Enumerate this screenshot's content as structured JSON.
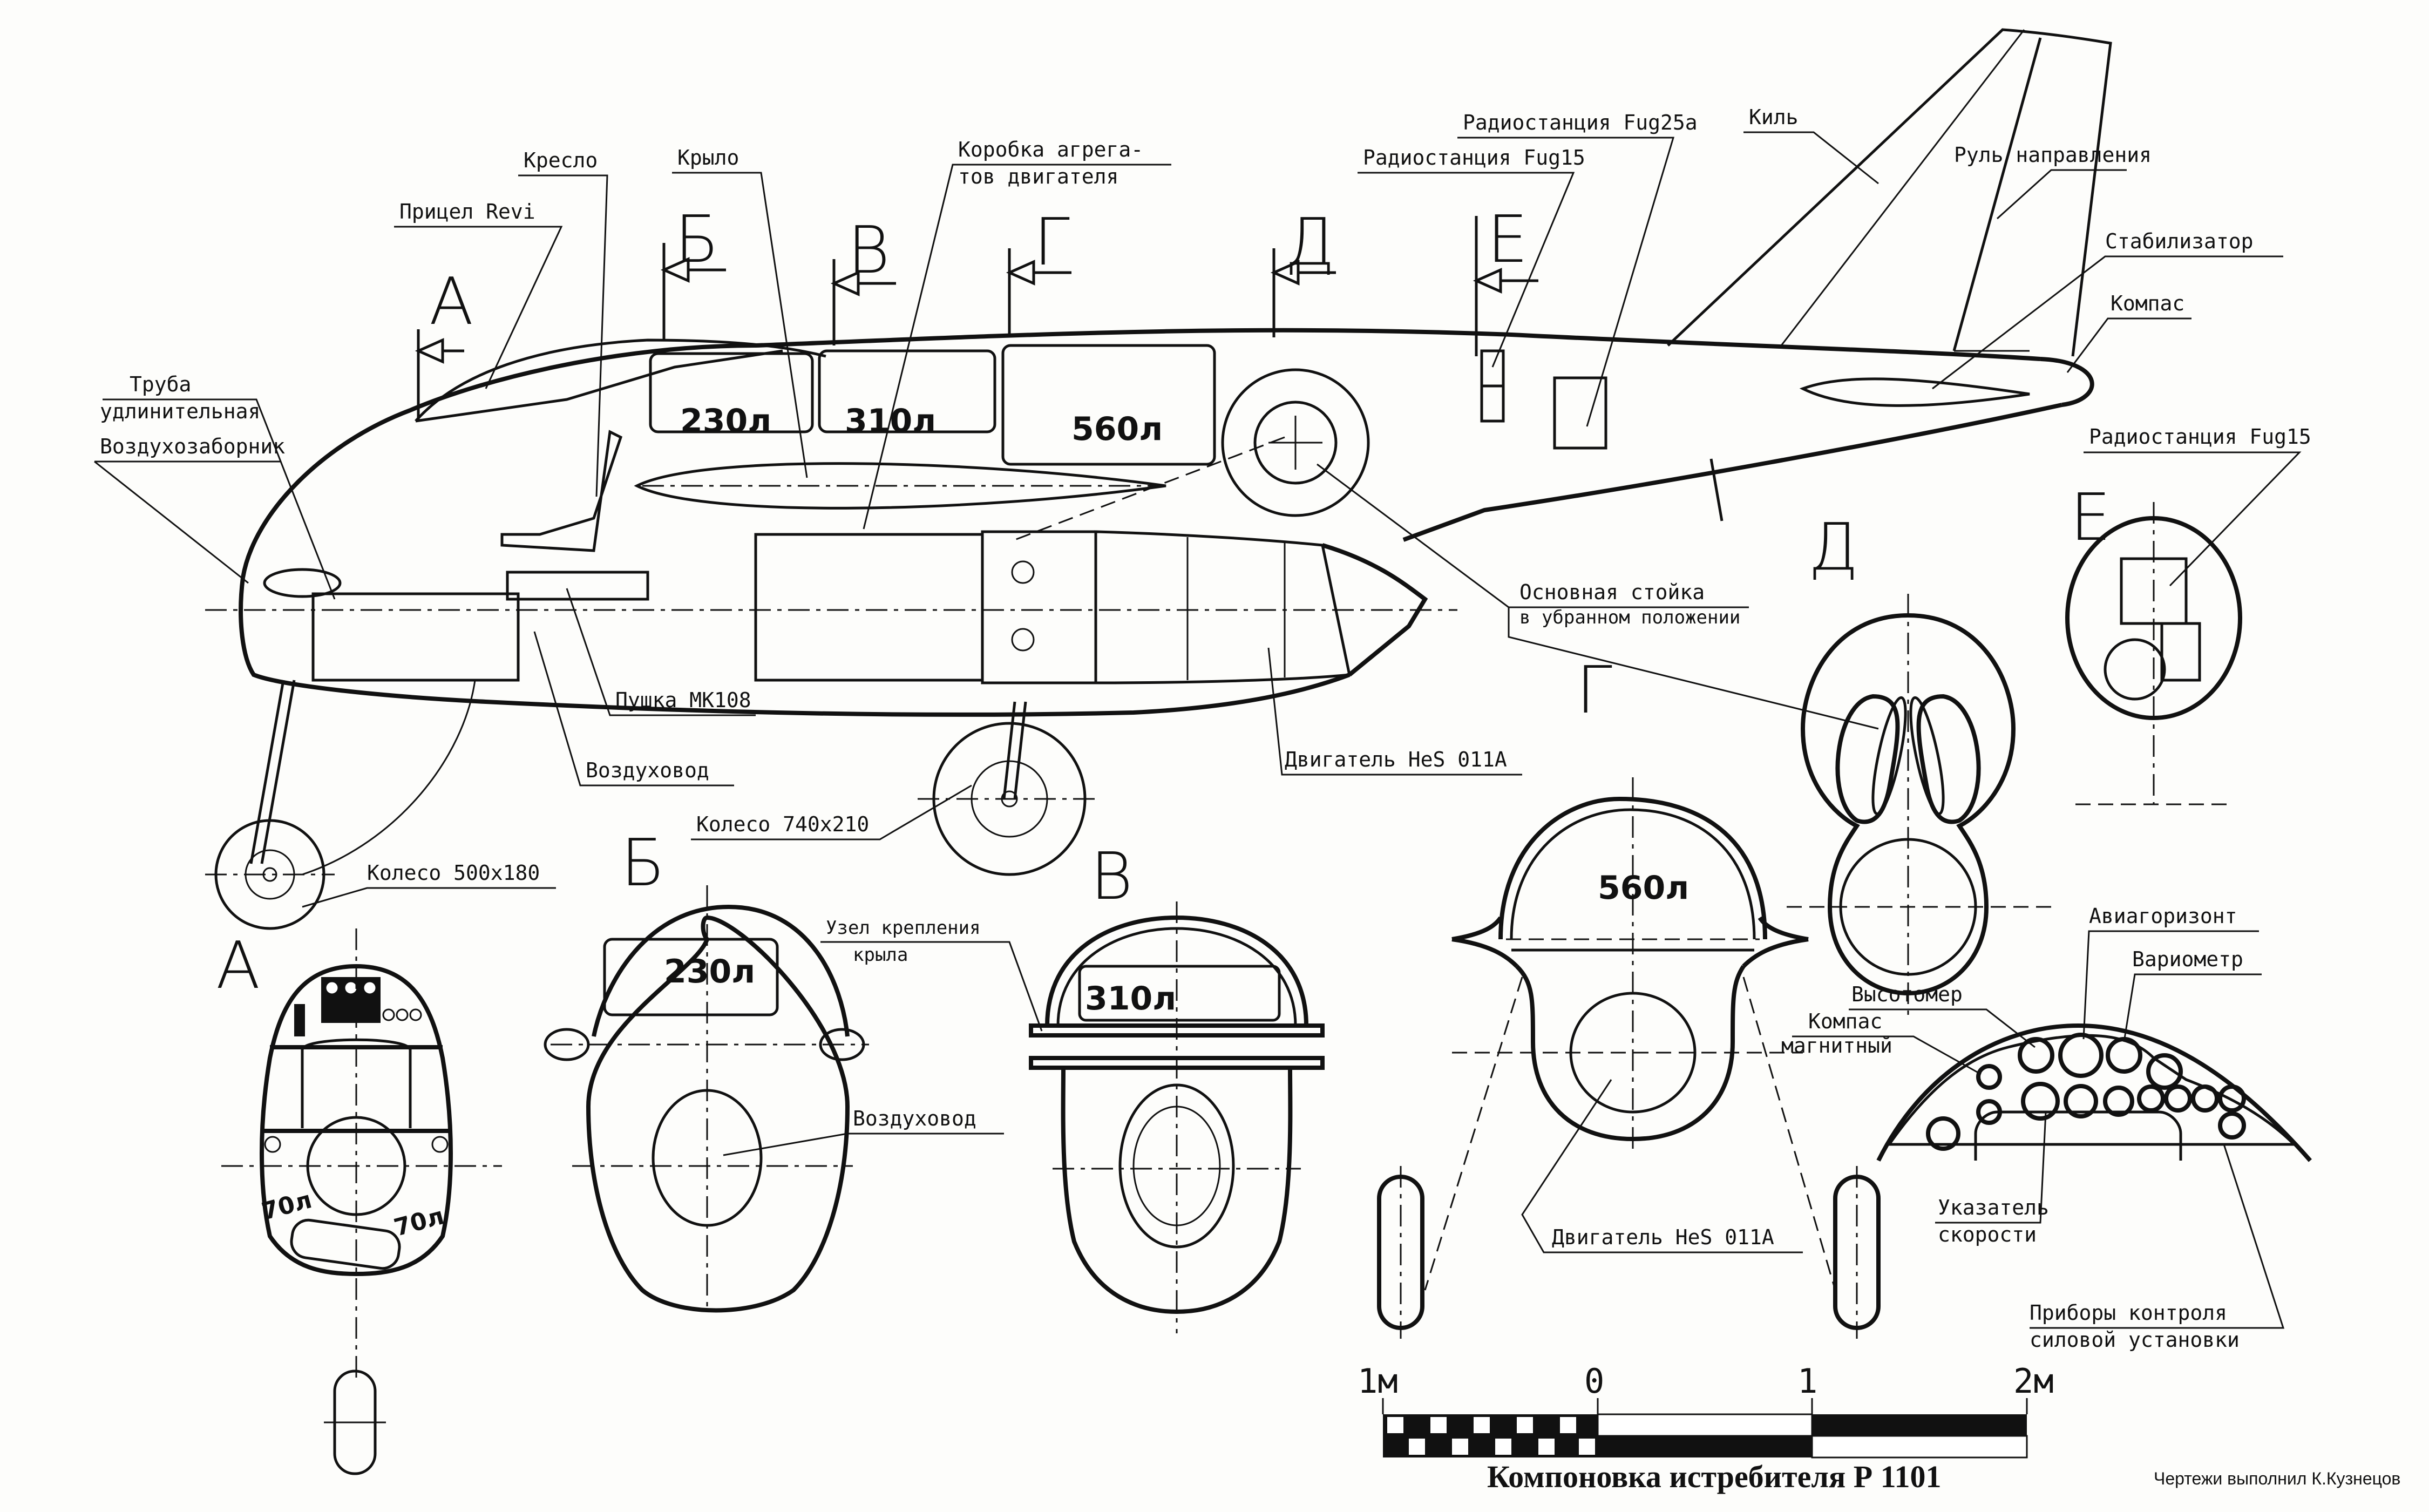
{
  "title": "Компоновка истребителя Р 1101",
  "credit": "Чертежи выполнил К.Кузнецов",
  "side_view_labels": {
    "kreslo": "Кресло",
    "pritsel": "Прицел Revi",
    "krylo": "Крыло",
    "korobka_1": "Коробка агрега-",
    "korobka_2": "тов двигателя",
    "truba_1": "Труба",
    "truba_2": "удлинительная",
    "vozdukhozabornik": "Воздухозаборник",
    "radio_fug25a": "Радиостанция Fug25a",
    "radio_fug15": "Радиостанция Fug15",
    "kil": "Киль",
    "rul": "Руль направления",
    "stabilizator": "Стабилизатор",
    "kompas": "Компас",
    "stoika_1": "Основная стойка",
    "stoika_2": "в убранном положении",
    "dvigatel": "Двигатель HeS 011A",
    "pushka": "Пушка MK108",
    "vozdukhovod": "Воздуховод",
    "koleso_main": "Колесо 740x210",
    "koleso_nose": "Колесо 500x180"
  },
  "section_markers": [
    "А",
    "Б",
    "В",
    "Г",
    "Д",
    "Е"
  ],
  "tanks": {
    "t1": "230л",
    "t2": "310л",
    "t3": "560л",
    "side": "70л"
  },
  "section_labels": {
    "uzel_1": "Узел крепления",
    "uzel_2": "крыла",
    "vozdukhovod": "Воздуховод",
    "dvigatel": "Двигатель HeS 011A",
    "radio_fug15": "Радиостанция Fug15"
  },
  "panel_labels": {
    "aviagorizont": "Авиагоризонт",
    "variometr": "Вариометр",
    "vysotomer": "Высотомер",
    "kompas_1": "Компас",
    "kompas_2": "магнитный",
    "ukazatel_1": "Указатель",
    "ukazatel_2": "скорости",
    "pribory_1": "Приборы контроля",
    "pribory_2": "силовой установки"
  },
  "scale_bar": {
    "ticks": [
      "1м",
      "0",
      "1",
      "2м"
    ]
  }
}
